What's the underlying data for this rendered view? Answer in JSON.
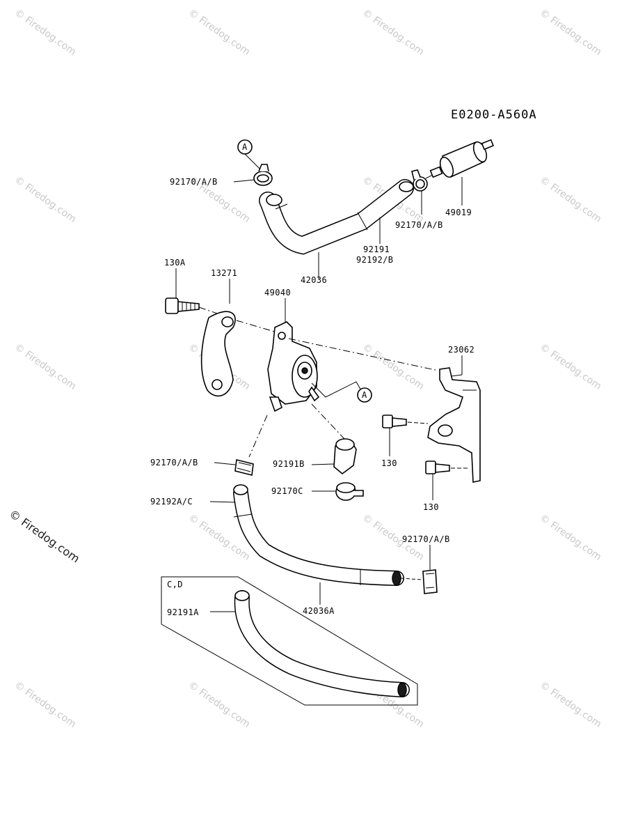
{
  "diagram_code": "E0200-A560A",
  "ref_letter": "A",
  "variant_box_label": "C,D",
  "copyright": "© Firedog.com",
  "watermark": "© Firedog.com",
  "labels": {
    "clamp_top_left": "92170/A/B",
    "clamp_top_right": "92170/A/B",
    "filter": "49019",
    "hose_top_1": "92191",
    "hose_top_2": "92192/B",
    "pipe_top": "42036",
    "bolt_130A": "130A",
    "plate": "13271",
    "pump": "49040",
    "bracket": "23062",
    "bolt_130_upper": "130",
    "bolt_130_lower": "130",
    "clamp_mid_left": "92170/A/B",
    "elbow": "92191B",
    "clamp_c": "92170C",
    "hose_lower": "92192A/C",
    "clamp_lower_right": "92170/A/B",
    "pipe_lower": "42036A",
    "hose_variant": "92191A"
  }
}
